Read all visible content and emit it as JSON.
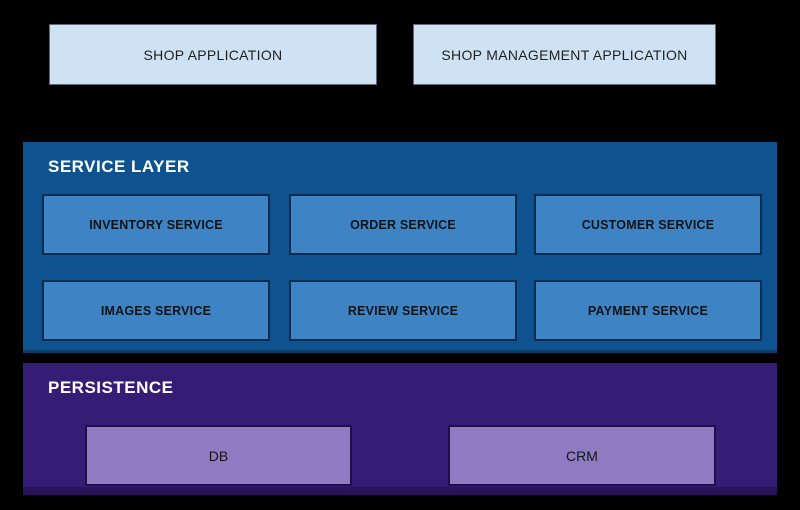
{
  "diagram": {
    "background_color": "#000000",
    "top_row": {
      "boxes": [
        {
          "label": "SHOP APPLICATION",
          "fill": "#cfe2f3"
        },
        {
          "label": "SHOP MANAGEMENT APPLICATION",
          "fill": "#cfe2f3"
        }
      ]
    },
    "service_layer": {
      "title": "SERVICE LAYER",
      "fill": "#0e538f",
      "box_fill": "#3e84c5",
      "services": [
        {
          "label": "INVENTORY SERVICE"
        },
        {
          "label": "ORDER SERVICE"
        },
        {
          "label": "CUSTOMER SERVICE"
        },
        {
          "label": "IMAGES SERVICE"
        },
        {
          "label": "REVIEW SERVICE"
        },
        {
          "label": "PAYMENT SERVICE"
        }
      ]
    },
    "persistence": {
      "title": "PERSISTENCE",
      "fill": "#351c75",
      "box_fill": "#8e7cc3",
      "stores": [
        {
          "label": "DB"
        },
        {
          "label": "CRM"
        }
      ]
    }
  }
}
